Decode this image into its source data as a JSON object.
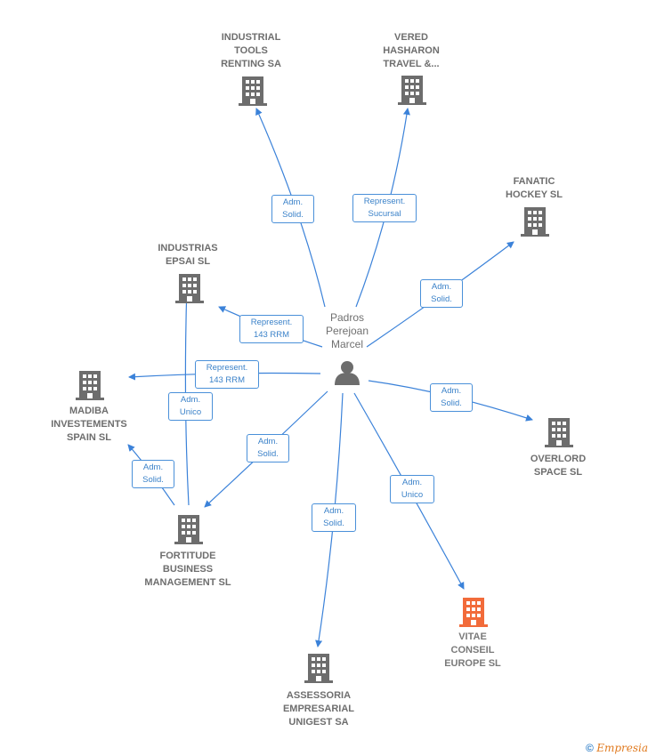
{
  "person": {
    "name": "Padros\nPerejoan\nMarcel"
  },
  "companies": {
    "industrial_tools": "INDUSTRIAL\nTOOLS\nRENTING SA",
    "vered": "VERED\nHASHARON\nTRAVEL &...",
    "fanatic": "FANATIC\nHOCKEY SL",
    "industrias": "INDUSTRIAS\nEPSAI SL",
    "madiba": "MADIBA\nINVESTEMENTS\nSPAIN  SL",
    "overlord": "OVERLORD\nSPACE  SL",
    "fortitude": "FORTITUDE\nBUSINESS\nMANAGEMENT SL",
    "vitae": "VITAE\nCONSEIL\nEUROPE  SL",
    "assessoria": "ASSESSORIA\nEMPRESARIAL\nUNIGEST SA"
  },
  "relations": {
    "r1": "Adm.\nSolid.",
    "r2": "Represent.\nSucursal",
    "r3": "Adm.\nSolid.",
    "r4": "Represent.\n143 RRM",
    "r5": "Represent.\n143 RRM",
    "r6": "Adm.\nUnico",
    "r7": "Adm.\nSolid.",
    "r8": "Adm.\nSolid.",
    "r9": "Adm.\nSolid.",
    "r10": "Adm.\nUnico",
    "r11": "Adm.\nSolid."
  },
  "footer": {
    "copyright": "©",
    "brand": "Empresia"
  },
  "colors": {
    "edge": "#3b82d9",
    "building": "#6d6d6d",
    "highlight": "#f26b3a"
  }
}
